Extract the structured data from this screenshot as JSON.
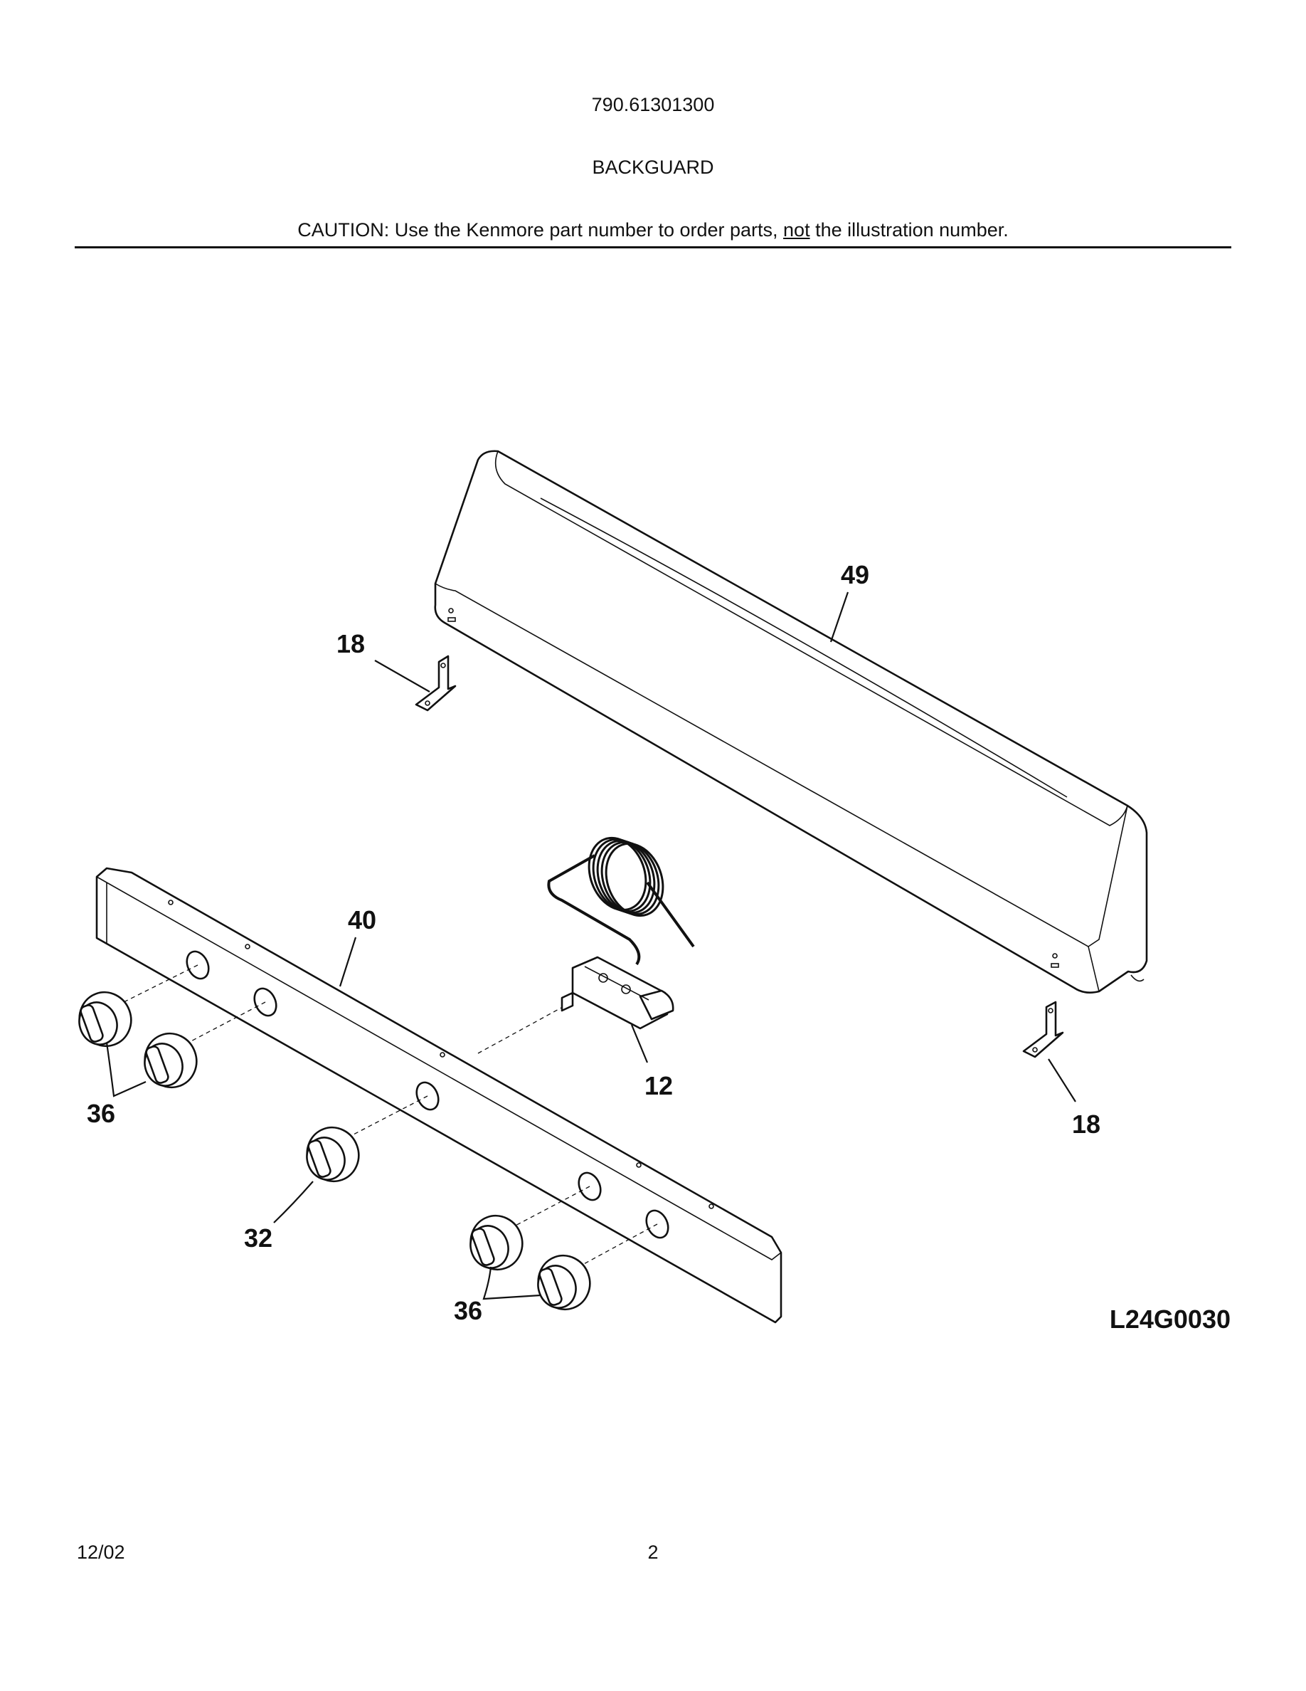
{
  "header": {
    "model_number": "790.61301300",
    "section_title": "BACKGUARD",
    "caution_prefix": "CAUTION: Use the Kenmore part number to order parts, ",
    "caution_emphasis": "not",
    "caution_suffix": " the illustration number."
  },
  "callouts": {
    "backguard_panel": "49",
    "bracket_left": "18",
    "bracket_right": "18",
    "control_panel": "40",
    "valve": "12",
    "knobs_left": "36",
    "knob_center": "32",
    "knobs_right": "36"
  },
  "drawing_number": "L24G0030",
  "footer": {
    "date": "12/02",
    "page_number": "2"
  }
}
